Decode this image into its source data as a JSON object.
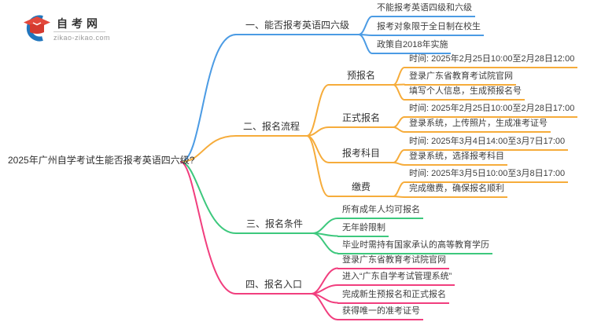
{
  "logo": {
    "name": "自考网",
    "domain": "zikao-zikao.com"
  },
  "colors": {
    "blue": "#4B9BE4",
    "orange": "#F6AC3B",
    "green": "#3DC87D",
    "pink": "#F13E7E"
  },
  "root": {
    "label": "2025年广州自学考试生能否报考英语四六级?"
  },
  "branches": [
    {
      "label": "一、能否报考英语四六级",
      "color": "#4B9BE4",
      "children": [
        {
          "label": "不能报考英语四级和六级"
        },
        {
          "label": "报考对象限于全日制在校生"
        },
        {
          "label": "政策自2018年实施"
        }
      ]
    },
    {
      "label": "二、报名流程",
      "color": "#F6AC3B",
      "children": [
        {
          "label": "预报名",
          "children": [
            {
              "label": "时间: 2025年2月25日10:00至2月28日12:00"
            },
            {
              "label": "登录广东省教育考试院官网"
            },
            {
              "label": "填写个人信息，生成预报名号"
            }
          ]
        },
        {
          "label": "正式报名",
          "children": [
            {
              "label": "时间: 2025年2月25日10:00至2月28日17:00"
            },
            {
              "label": "登录系统，上传照片，生成准考证号"
            }
          ]
        },
        {
          "label": "报考科目",
          "children": [
            {
              "label": "时间: 2025年3月4日14:00至3月7日17:00"
            },
            {
              "label": "登录系统，选择报考科目"
            }
          ]
        },
        {
          "label": "缴费",
          "children": [
            {
              "label": "时间: 2025年3月5日10:00至3月8日17:00"
            },
            {
              "label": "完成缴费，确保报名顺利"
            }
          ]
        }
      ]
    },
    {
      "label": "三、报名条件",
      "color": "#3DC87D",
      "children": [
        {
          "label": "所有成年人均可报名"
        },
        {
          "label": "无年龄限制"
        },
        {
          "label": "毕业时需持有国家承认的高等教育学历"
        }
      ]
    },
    {
      "label": "四、报名入口",
      "color": "#F13E7E",
      "children": [
        {
          "label": "登录广东省教育考试院官网"
        },
        {
          "label": "进入“广东自学考试管理系统”"
        },
        {
          "label": "完成新生预报名和正式报名"
        },
        {
          "label": "获得唯一的准考证号"
        }
      ]
    }
  ]
}
